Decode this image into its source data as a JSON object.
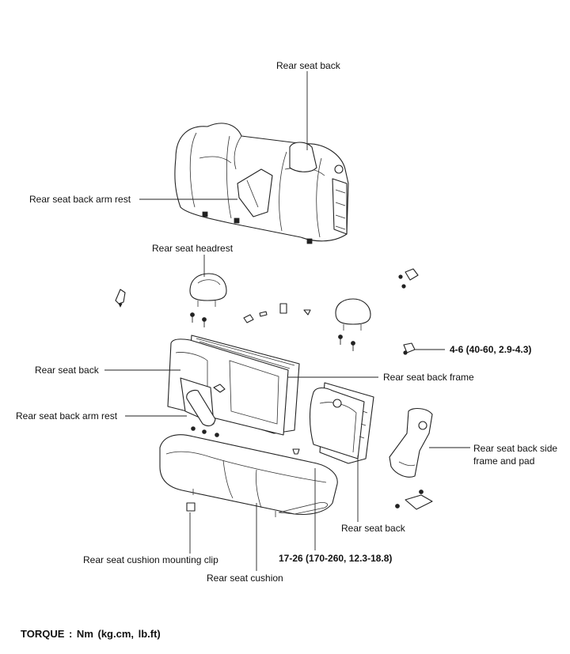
{
  "labels": {
    "top_rear_seat_back": "Rear seat back",
    "top_arm_rest": "Rear seat back arm rest",
    "headrest": "Rear seat headrest",
    "mid_rear_seat_back": "Rear seat back",
    "seat_back_frame": "Rear seat back frame",
    "mid_arm_rest": "Rear seat back arm rest",
    "side_frame_pad_line1": "Rear seat back side",
    "side_frame_pad_line2": "frame and pad",
    "right_rear_seat_back": "Rear seat back",
    "cushion_mounting_clip": "Rear seat cushion mounting clip",
    "seat_cushion": "Rear seat cushion"
  },
  "torque_specs": {
    "upper": "4-6  (40-60,  2.9-4.3)",
    "lower": "17-26  (170-260,  12.3-18.8)"
  },
  "legend": {
    "torque_units": "TORQUE  :  Nm  (kg.cm,  lb.ft)"
  }
}
